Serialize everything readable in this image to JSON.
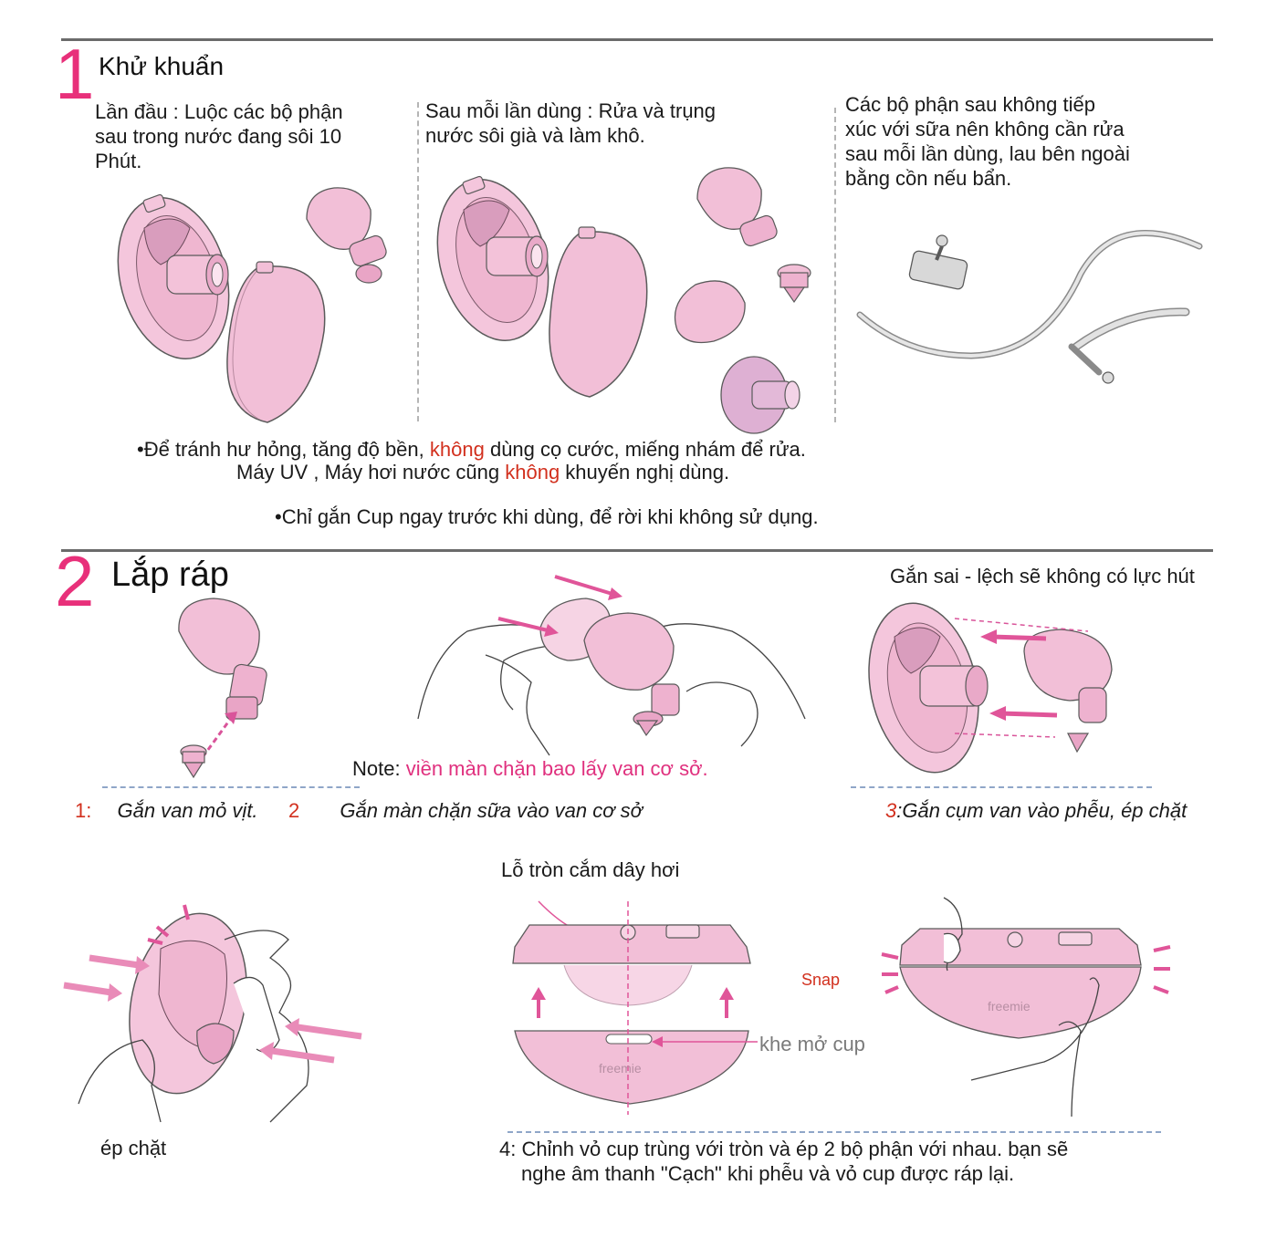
{
  "colors": {
    "accent": "#e8307a",
    "red": "#d2301e",
    "pink_part": "#f2bfd7",
    "pink_dark": "#d98db3",
    "outline": "#5a5a5a",
    "grey_part": "#d8d8d8"
  },
  "section1": {
    "number": "1",
    "title": "Khử khuẩn",
    "col1": [
      "Lần đầu : Luộc các bộ phận",
      "sau trong nước đang sôi 10",
      "Phút."
    ],
    "col2": [
      "Sau mỗi lần dùng : Rửa và trụng",
      "nước sôi già và làm khô."
    ],
    "col3": [
      "Các bộ phận sau không tiếp",
      "xúc với sữa nên không cần rửa",
      "sau mỗi lần dùng, lau bên ngoài",
      "bằng cồn nếu bẩn."
    ],
    "note1": {
      "prefix": "•Để tránh hư hỏng, tăng độ bền, ",
      "highlight": "không",
      "suffix": " dùng cọ cước, miếng nhám để rửa."
    },
    "note2": {
      "prefix": "Máy UV , Máy hơi nước  cũng ",
      "highlight": "không",
      "suffix": " khuyến nghị dùng."
    },
    "note3": "•Chỉ gắn Cup ngay trước khi dùng, để rời khi không sử dụng."
  },
  "section2": {
    "number": "2",
    "title": "Lắp ráp",
    "wrong": "Gắn sai - lệch sẽ không có lực hút",
    "note": {
      "label": "Note: ",
      "value": "viền màn chặn bao lấy van cơ sở."
    },
    "step1": {
      "num": "1:",
      "text": "Gắn van mỏ vịt."
    },
    "step2": {
      "num": "2",
      "text": "Gắn màn chặn sữa vào van cơ sở"
    },
    "step3": {
      "num": "3",
      "text": ":Gắn cụm van vào phễu, ép chặt"
    },
    "round_hole": "Lỗ tròn cắm dây hơi",
    "snap": "Snap",
    "slot": "khe mở cup",
    "press": "ép chặt",
    "step4": [
      "4: Chỉnh vỏ cup trùng với tròn và ép 2 bộ phận với nhau. bạn sẽ",
      "nghe âm thanh \"Cạch\" khi phễu và vỏ cup được ráp lại."
    ],
    "brand": "freemie"
  }
}
